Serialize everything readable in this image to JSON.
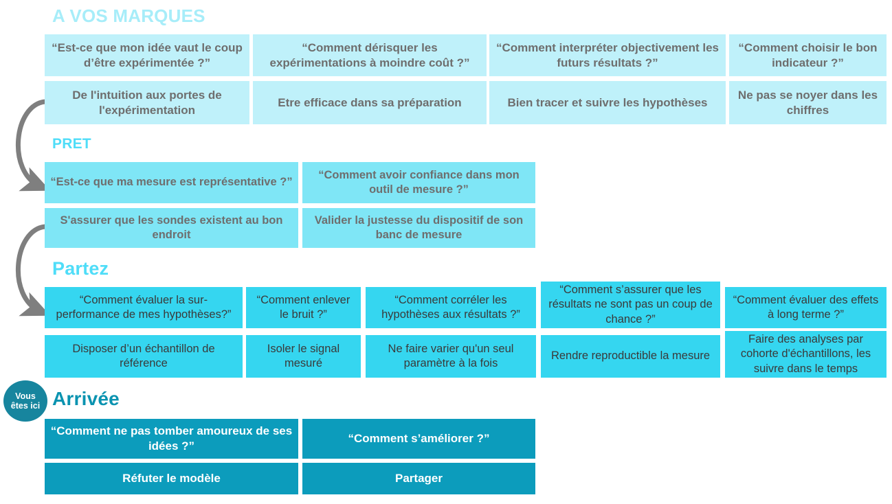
{
  "badge": {
    "line1": "Vous",
    "line2": "êtes ici",
    "color": "#17859E"
  },
  "palette": {
    "tier1_bg": "#BFF1FA",
    "tier2_bg": "#7FE6F6",
    "tier3_bg": "#35D6F0",
    "tier4_bg": "#0C9CBC",
    "tier1_heading": "#A7EDF9",
    "tier2_heading": "#4FDDF8",
    "tier3_heading": "#4FDDF8",
    "tier4_heading": "#0A93B0",
    "arrow": "#7F7F7F",
    "text_gray": "#6E6E6E",
    "text_dark": "#3A3A3A",
    "text_white": "#FFFFFF"
  },
  "sections": [
    {
      "heading": "A VOS MARQUES",
      "questions": [
        "“Est-ce que mon idée vaut le coup d’être expérimentée ?”",
        "“Comment dérisquer les expérimentations à moindre coût ?”",
        "“Comment interpréter objectivement les futurs résultats ?”",
        "“Comment choisir le bon indicateur ?”"
      ],
      "answers": [
        "De l'intuition aux portes de l'expérimentation",
        "Etre efficace dans sa préparation",
        "Bien tracer et suivre les hypothèses",
        "Ne pas se noyer dans les chiffres"
      ]
    },
    {
      "heading": "PRET",
      "questions": [
        "“Est-ce que ma mesure est représentative ?”",
        "“Comment avoir confiance dans mon outil de mesure ?”"
      ],
      "answers": [
        "S'assurer que les sondes existent au bon endroit",
        "Valider la justesse du dispositif de son banc de mesure"
      ]
    },
    {
      "heading": "Partez",
      "questions": [
        "“Comment évaluer la sur-performance de mes hypothèses?”",
        "“Comment enlever le bruit ?”",
        "“Comment corréler les hypothèses aux résultats ?”",
        "“Comment s’assurer que les résultats ne sont pas un coup de chance ?”",
        "“Comment évaluer des effets à long terme ?”"
      ],
      "answers": [
        "Disposer d’un échantillon de référence",
        "Isoler le signal mesuré",
        "Ne faire varier qu'un seul paramètre à la fois",
        "Rendre reproductible la mesure",
        "Faire des analyses par cohorte d'échantillons, les suivre dans le temps"
      ]
    },
    {
      "heading": "Arrivée",
      "questions": [
        "“Comment ne pas tomber amoureux de ses idées ?”",
        "“Comment s’améliorer ?”"
      ],
      "answers": [
        "Réfuter le modèle",
        "Partager"
      ]
    }
  ]
}
